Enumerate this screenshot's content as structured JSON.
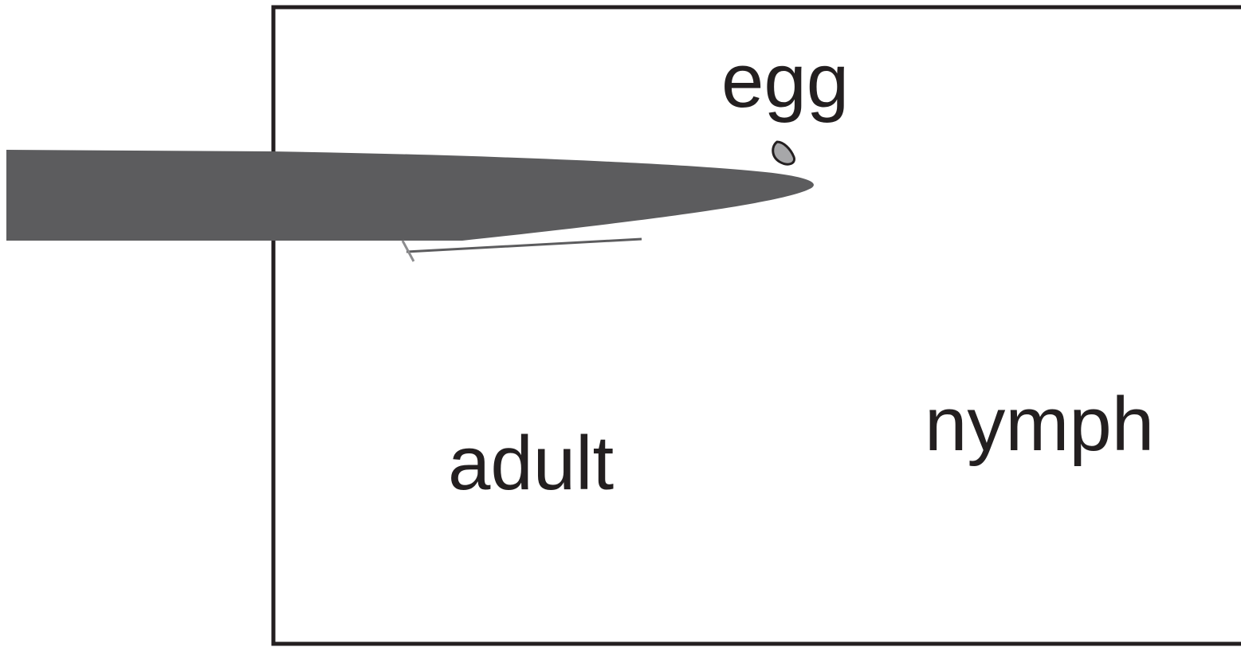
{
  "diagram": {
    "labels": {
      "egg": "egg",
      "nymph": "nymph",
      "adult": "adult"
    },
    "colors": {
      "frame": "#231f20",
      "shape_fill": "#5c5c5e",
      "egg_fill": "#a7a7a9",
      "text": "#231f20"
    }
  }
}
